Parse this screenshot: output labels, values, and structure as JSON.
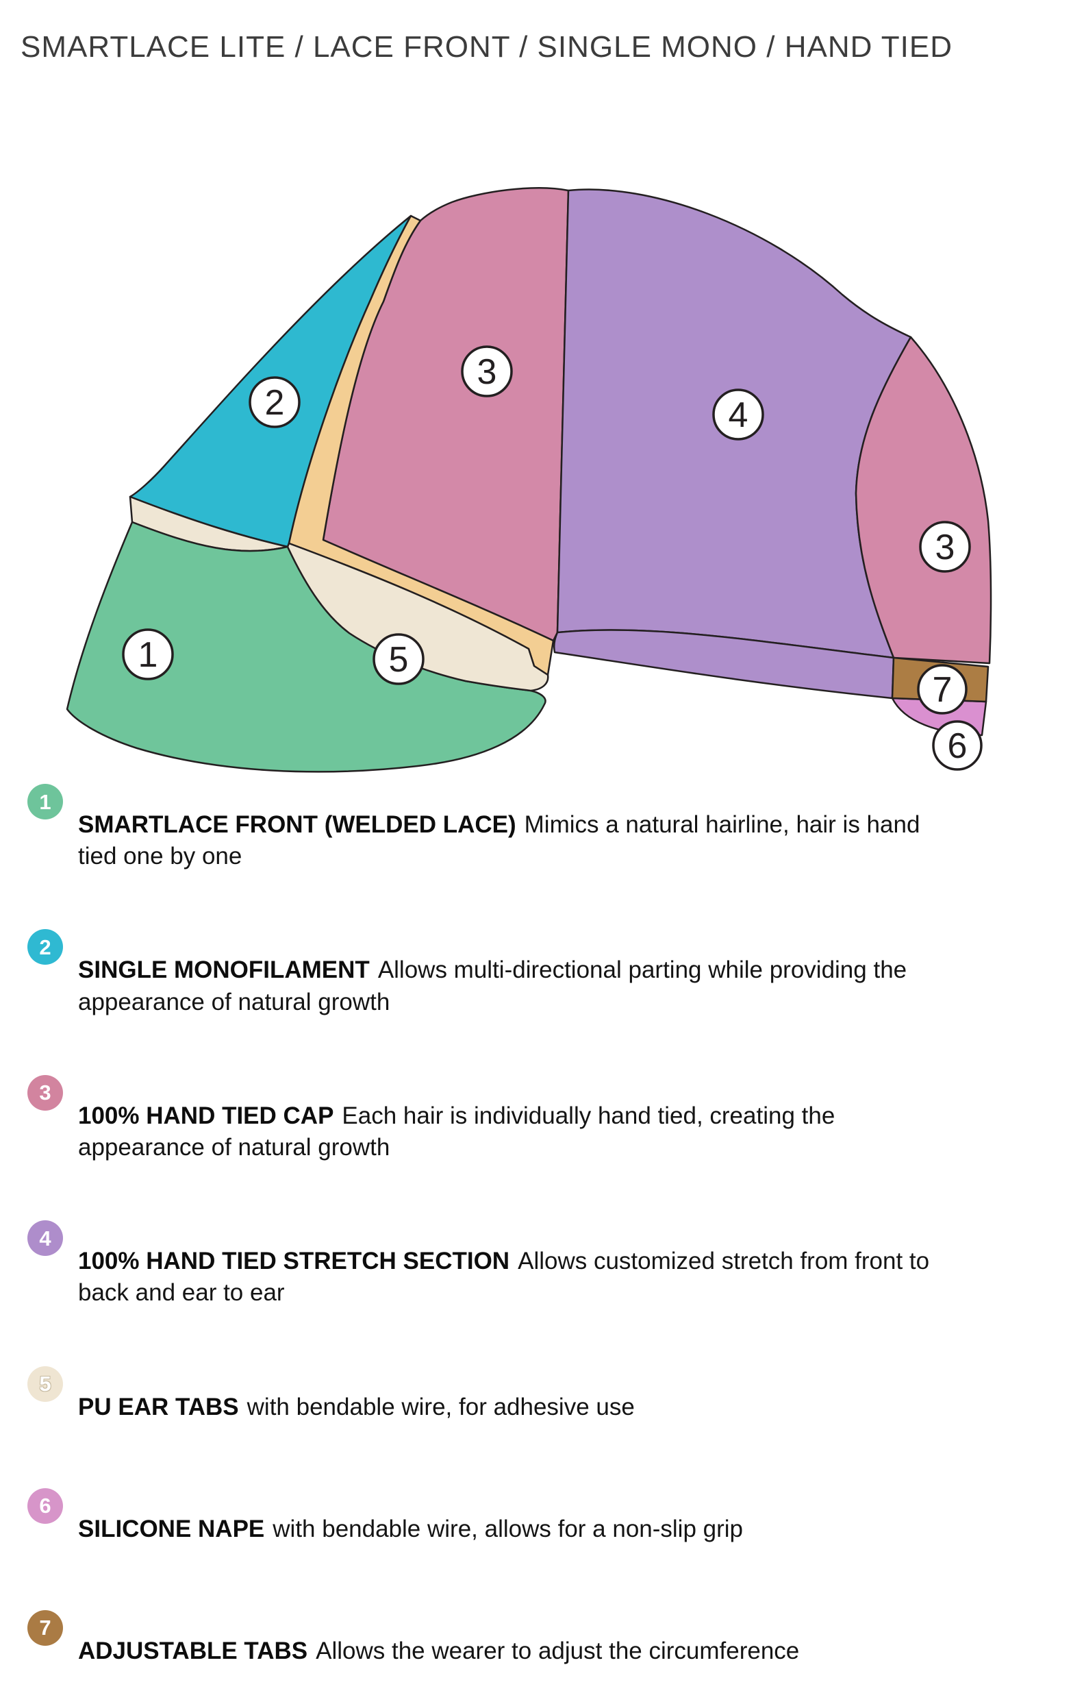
{
  "title": "SMARTLACE LITE / LACE FRONT / SINGLE MONO / HAND TIED",
  "colors": {
    "green": "#6FC59B",
    "teal": "#2EB9D0",
    "pink": "#D389A8",
    "purple": "#AE8FCB",
    "cream": "#EFE6D4",
    "tan": "#F3CE93",
    "brown": "#AC7D44",
    "orchid": "#DA90D0",
    "wire_gray": "#6F6F74",
    "outline": "#231F20"
  },
  "diagram": {
    "markers": [
      {
        "id": "front",
        "label": "1"
      },
      {
        "id": "monofilament",
        "label": "2"
      },
      {
        "id": "hand-tied-cap-top",
        "label": "3"
      },
      {
        "id": "stretch-section",
        "label": "4"
      },
      {
        "id": "hand-tied-cap-back",
        "label": "3"
      },
      {
        "id": "ear-tab",
        "label": "5"
      },
      {
        "id": "adjustable-tab",
        "label": "7"
      },
      {
        "id": "silicone-nape",
        "label": "6"
      }
    ]
  },
  "legend": {
    "items": [
      {
        "number": "1",
        "color": "#6EC49B",
        "label": "SMARTLACE FRONT (WELDED LACE)",
        "desc": "Mimics a natural hairline, hair is hand tied one by one"
      },
      {
        "number": "2",
        "color": "#2FB9D2",
        "label": "SINGLE MONOFILAMENT",
        "desc": "Allows multi-directional parting while providing the appearance of natural growth"
      },
      {
        "number": "3",
        "color": "#D2849F",
        "label": "100% HAND TIED CAP",
        "desc": "Each hair is individually hand tied, creating the appearance of natural growth"
      },
      {
        "number": "4",
        "color": "#AE8DCB",
        "label": "100% HAND TIED STRETCH SECTION",
        "desc": "Allows customized stretch from front to back and ear to ear"
      },
      {
        "number": "5",
        "color": "#EFE5D2",
        "label": "PU EAR TABS",
        "desc": "with bendable wire, for adhesive use"
      },
      {
        "number": "6",
        "color": "#D795C9",
        "label": "SILICONE NAPE",
        "desc": "with bendable wire, allows for a non-slip grip"
      },
      {
        "number": "7",
        "color": "#AA7B44",
        "label": "ADJUSTABLE TABS",
        "desc": "Allows the wearer to adjust the circumference"
      }
    ]
  }
}
